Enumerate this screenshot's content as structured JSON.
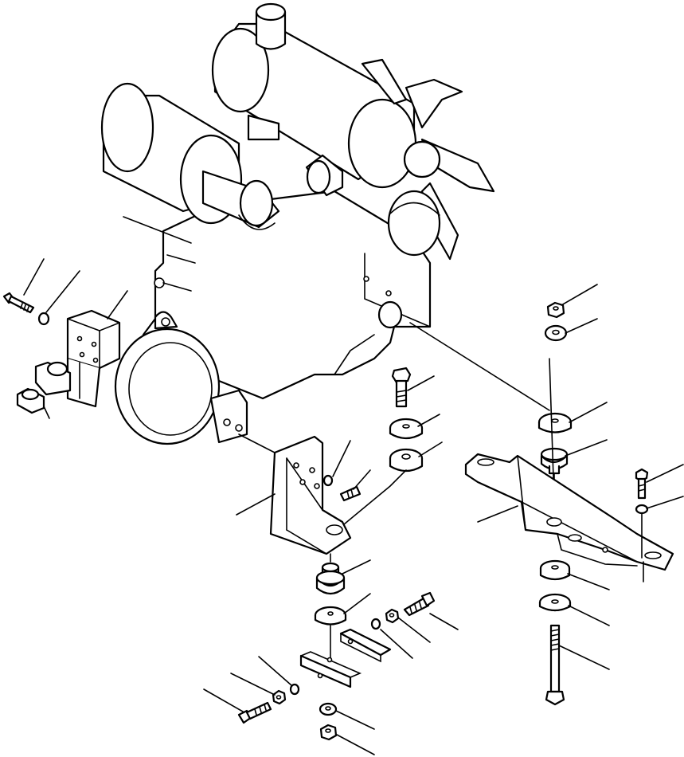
{
  "diagram": {
    "kind": "exploded-parts-view",
    "colors": {
      "line": "#000000",
      "background": "#ffffff"
    },
    "parts": [
      "engine",
      "air-cleaner",
      "fan",
      "front-mount-bracket",
      "rear-mount-bracket",
      "rear-engine-support",
      "side-bracket",
      "isolator",
      "washer",
      "bolt",
      "nut",
      "lock-washer",
      "support-rail"
    ]
  }
}
